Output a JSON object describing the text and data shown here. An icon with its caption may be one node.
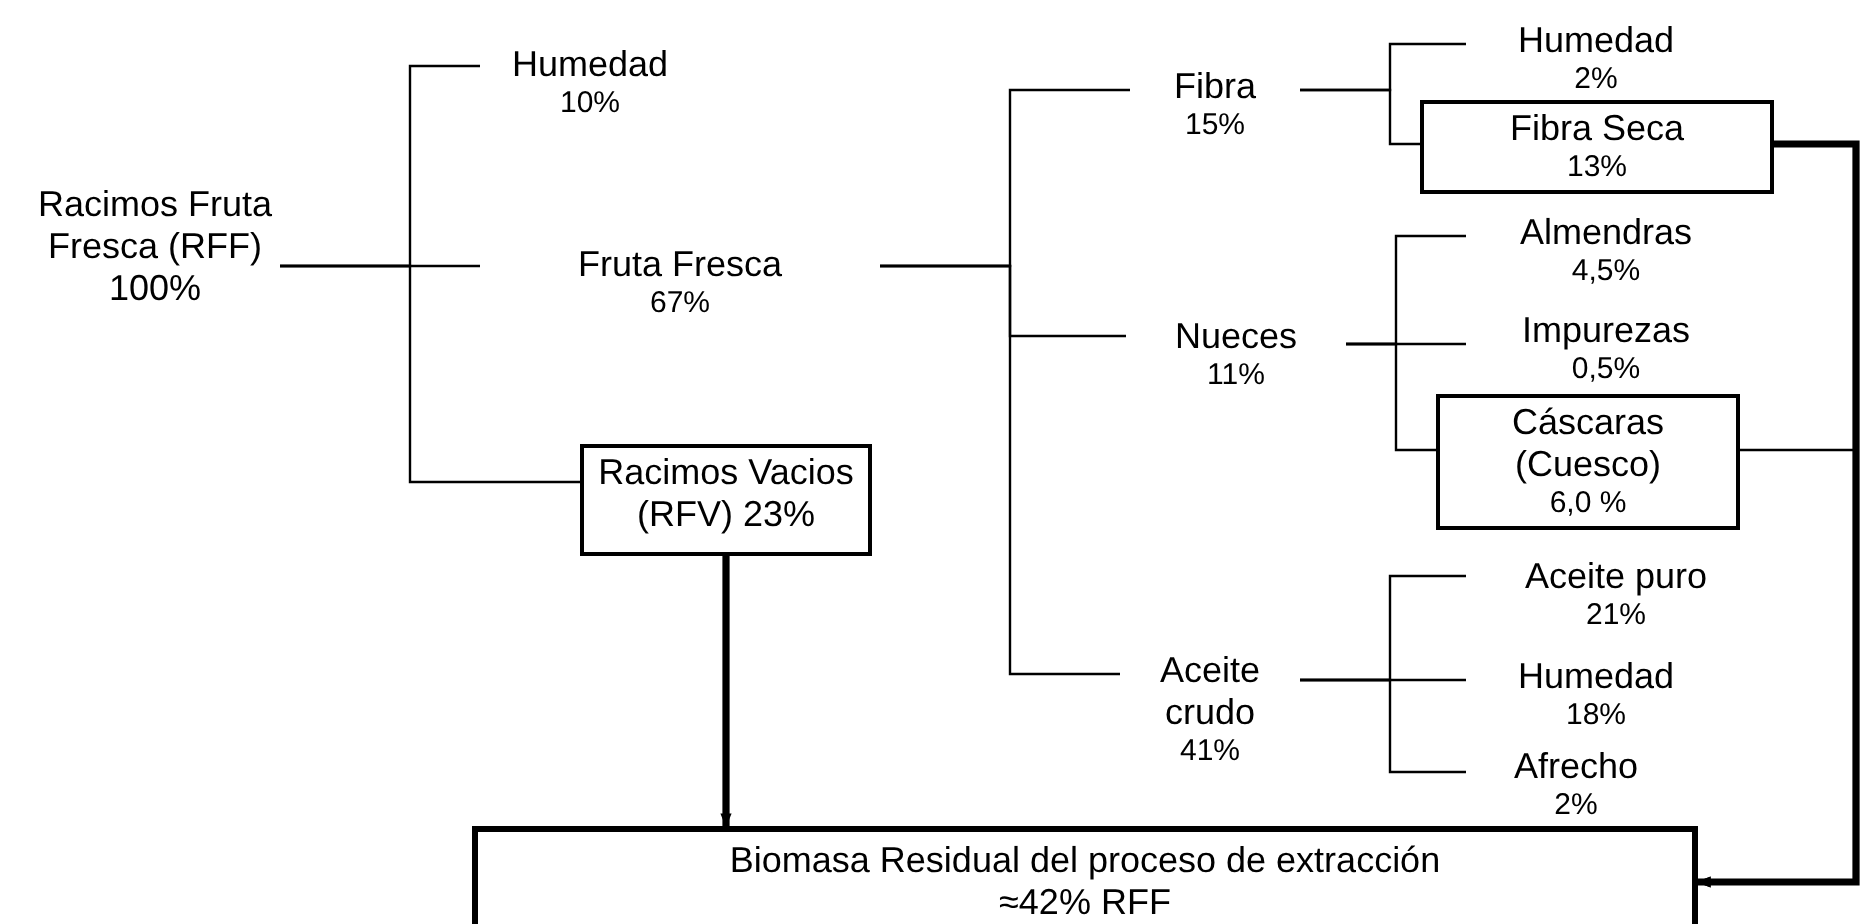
{
  "diagram": {
    "nodes": [
      {
        "text": [
          "Racimos Fruta Fresca (RFF) 100%"
        ]
      },
      {
        "text": [
          "Humedad",
          "10%"
        ]
      },
      {
        "text": [
          "Fruta Fresca",
          "67%"
        ]
      },
      {
        "text": [
          "Racimos Vacios (RFV) 23%"
        ]
      },
      {
        "text": [
          "Fibra",
          "15%"
        ]
      },
      {
        "text": [
          "Nueces",
          "11%"
        ]
      },
      {
        "text": [
          "Aceite crudo",
          "41%"
        ]
      },
      {
        "text": [
          "Humedad",
          "2%"
        ]
      },
      {
        "text": [
          "Fibra Seca",
          "13%"
        ]
      },
      {
        "text": [
          "Almendras",
          "4,5%"
        ]
      },
      {
        "text": [
          "Impurezas",
          "0,5%"
        ]
      },
      {
        "text": [
          "Cáscaras (Cuesco)",
          "6,0 %"
        ]
      },
      {
        "text": [
          "Aceite puro",
          "21%"
        ]
      },
      {
        "text": [
          "Humedad",
          "18%"
        ]
      },
      {
        "text": [
          "Afrecho",
          "2%"
        ]
      },
      {
        "text": [
          "Biomasa Residual del proceso de extracción",
          "≈42% RFF"
        ]
      }
    ],
    "edges": [
      {
        "from": 0,
        "to": 1,
        "arrow": "none"
      },
      {
        "from": 0,
        "to": 2,
        "arrow": "none"
      },
      {
        "from": 0,
        "to": 3,
        "arrow": "none"
      },
      {
        "from": 2,
        "to": 4,
        "arrow": "none"
      },
      {
        "from": 2,
        "to": 5,
        "arrow": "none"
      },
      {
        "from": 2,
        "to": 6,
        "arrow": "none"
      },
      {
        "from": 4,
        "to": 7,
        "arrow": "none"
      },
      {
        "from": 4,
        "to": 8,
        "arrow": "none"
      },
      {
        "from": 5,
        "to": 9,
        "arrow": "none"
      },
      {
        "from": 5,
        "to": 10,
        "arrow": "none"
      },
      {
        "from": 5,
        "to": 11,
        "arrow": "none"
      },
      {
        "from": 6,
        "to": 12,
        "arrow": "none"
      },
      {
        "from": 6,
        "to": 13,
        "arrow": "none"
      },
      {
        "from": 6,
        "to": 14,
        "arrow": "none"
      },
      {
        "from": 3,
        "to": 15,
        "arrow": "to",
        "style": "thick"
      },
      {
        "from": 8,
        "to": 15,
        "arrow": "to",
        "style": "thick"
      },
      {
        "from": 11,
        "to": 15,
        "arrow": "to"
      }
    ]
  }
}
